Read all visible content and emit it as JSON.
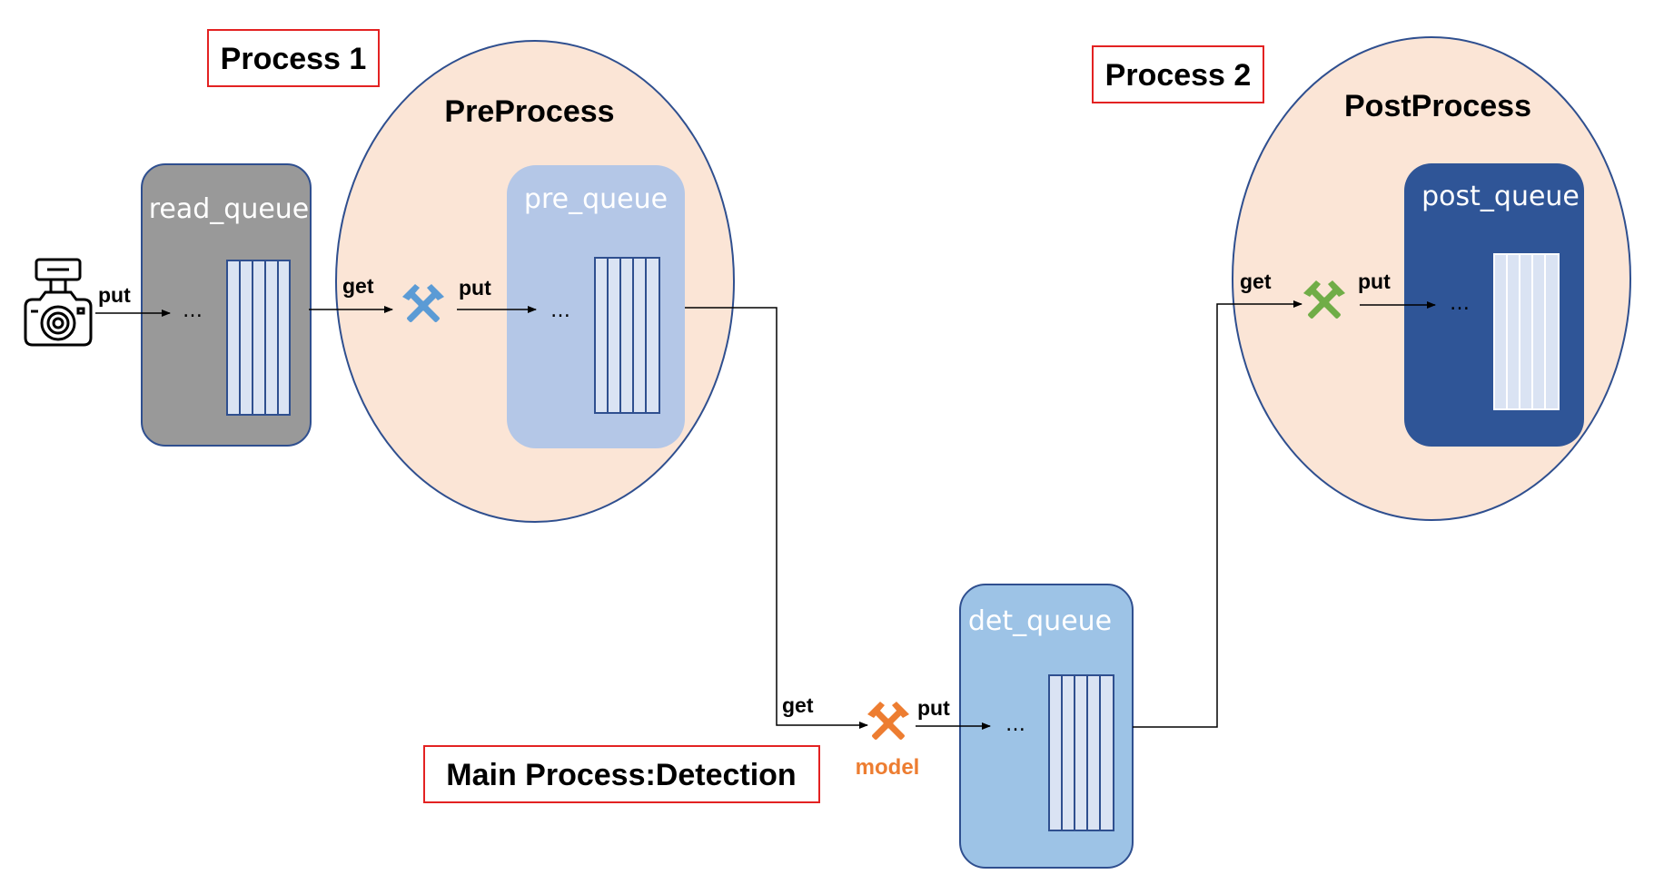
{
  "labels": {
    "process1": "Process 1",
    "process2": "Process 2",
    "main_process": "Main Process:Detection",
    "preprocess": "PreProcess",
    "postprocess": "PostProcess"
  },
  "queues": {
    "read": "read_queue",
    "pre": "pre_queue",
    "det": "det_queue",
    "post": "post_queue"
  },
  "edges": {
    "put": "put",
    "get": "get",
    "ellipsis": "…"
  },
  "worker": {
    "model_label": "model"
  },
  "icons": {
    "camera": "camera-icon",
    "worker": "hammer-pick-icon"
  },
  "colors": {
    "red_box": "#e32222",
    "ellipse_fill": "#fbe5d6",
    "ellipse_stroke": "#2f4f8f",
    "read_queue": "#999999",
    "pre_queue": "#b4c7e7",
    "det_queue": "#9dc3e6",
    "post_queue": "#2f5597",
    "stack_fill": "#dae3f3",
    "tool_blue": "#5b9bd5",
    "tool_green": "#70ad47",
    "tool_orange": "#ed7d31"
  }
}
